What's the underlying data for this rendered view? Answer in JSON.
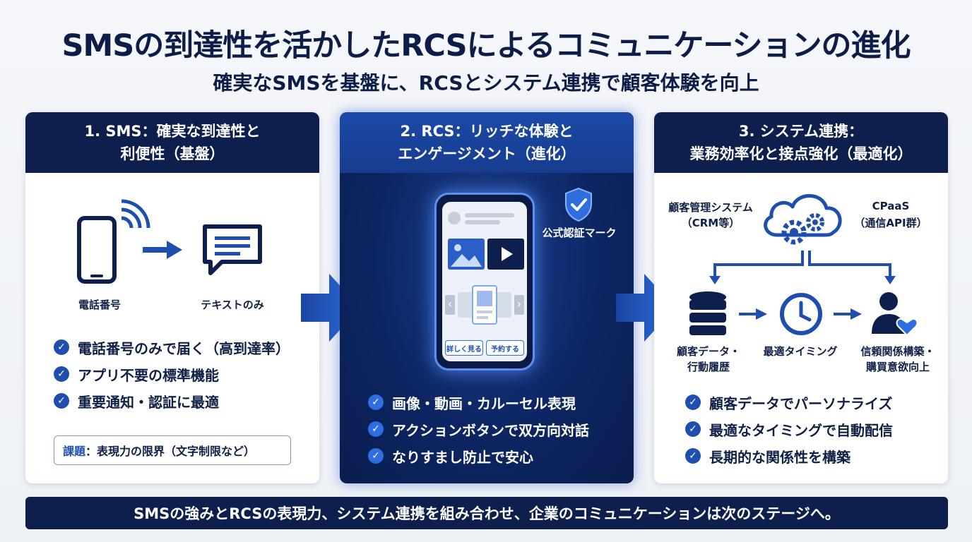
{
  "title": "SMSの到達性を活かしたRCSによるコミュニケーションの進化",
  "subtitle": "確実なSMSを基盤に、RCSとシステム連携で顧客体験を向上",
  "panel1": {
    "heading_line1": "1. SMS：確実な到達性と",
    "heading_line2": "利便性（基盤）",
    "phone_label": "電話番号",
    "text_label": "テキストのみ",
    "checks": [
      "電話番号のみで届く（高到達率）",
      "アプリ不要の標準機能",
      "重要通知・認証に最適"
    ],
    "issue_key": "課題",
    "issue_text": "：表現力の限界（文字制限など）"
  },
  "panel2": {
    "heading_line1": "2. RCS：リッチな体験と",
    "heading_line2": "エンゲージメント（進化）",
    "badge_label": "公式認証マーク",
    "button1": "詳しく見る",
    "button2": "予約する",
    "checks": [
      "画像・動画・カルーセル表現",
      "アクションボタンで双方向対話",
      "なりすまし防止で安心"
    ]
  },
  "panel3": {
    "heading_line1": "3. システム連携：",
    "heading_line2": "業務効率化と接点強化（最適化）",
    "crm_line1": "顧客管理システム",
    "crm_line2": "（CRM等）",
    "cpaas_line1": "CPaaS",
    "cpaas_line2": "（通信API群）",
    "data_line1": "顧客データ・",
    "data_line2": "行動履歴",
    "timing_label": "最適タイミング",
    "trust_line1": "信頼関係構築・",
    "trust_line2": "購買意欲向上",
    "checks": [
      "顧客データでパーソナライズ",
      "最適なタイミングで自動配信",
      "長期的な関係性を構築"
    ]
  },
  "footer": "SMSの強みとRCSの表現力、システム連携を組み合わせ、企業のコミュニケーションは次のステージへ。",
  "icons": {
    "check": "✓",
    "chevron_left": "‹",
    "chevron_right": "›"
  },
  "colors": {
    "navy": "#0e1f4d",
    "accent_blue": "#1e4fae",
    "bright_blue": "#2f6ee0"
  }
}
